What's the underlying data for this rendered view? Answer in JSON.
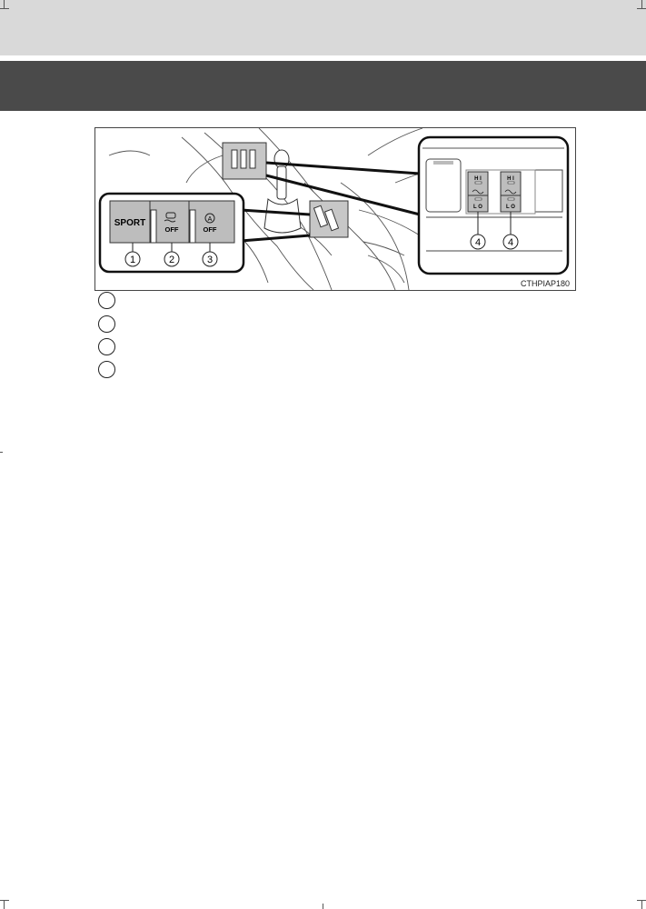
{
  "figure": {
    "code": "CTHPIAP180",
    "buttons": [
      {
        "label": "SPORT",
        "icon": "sport-mode-text"
      },
      {
        "label": "OFF",
        "icon": "vsc-off-icon"
      },
      {
        "label": "OFF",
        "icon": "auto-stop-off-icon"
      }
    ],
    "callouts": [
      "1",
      "2",
      "3",
      "4",
      "4"
    ],
    "seat_heater": {
      "hi_label": "H I",
      "lo_label": "L O"
    }
  },
  "legend": {
    "items": [
      "",
      "",
      "",
      ""
    ]
  }
}
